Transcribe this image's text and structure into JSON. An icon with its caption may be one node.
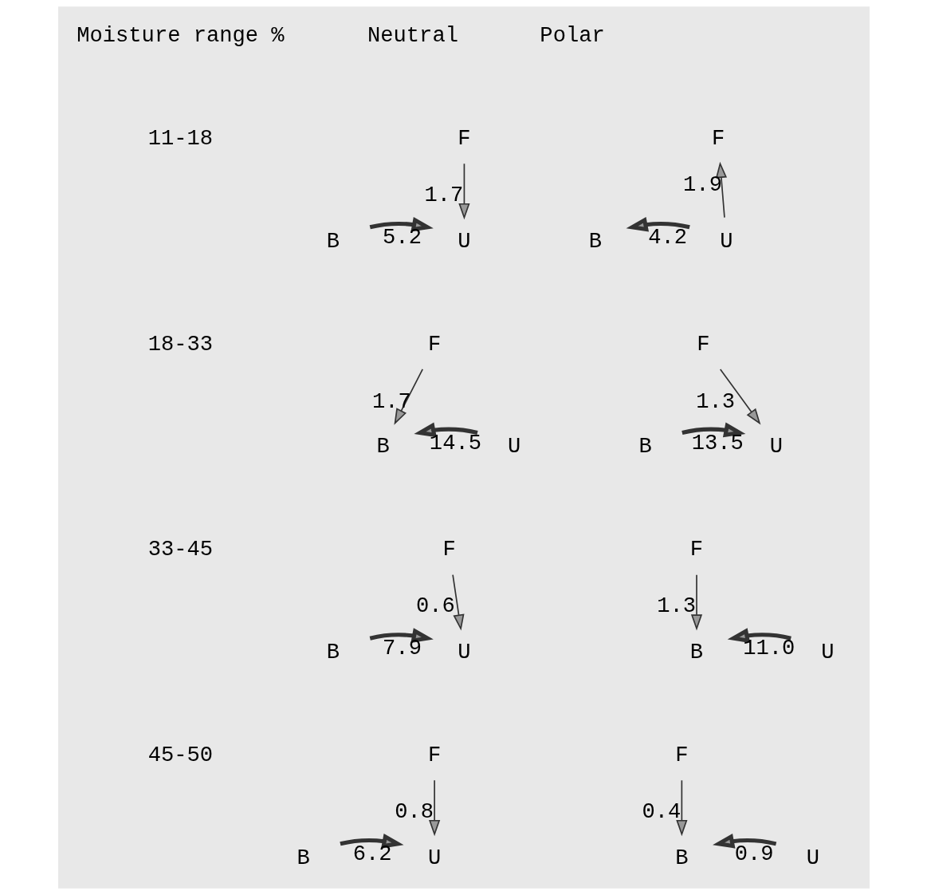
{
  "diagram": {
    "nodes": [
      {
        "text": [
          "F"
        ]
      },
      {
        "text": [
          "B"
        ]
      },
      {
        "text": [
          "U"
        ]
      },
      {
        "text": [
          "F"
        ]
      },
      {
        "text": [
          "B"
        ]
      },
      {
        "text": [
          "U"
        ]
      },
      {
        "text": [
          "F"
        ]
      },
      {
        "text": [
          "B"
        ]
      },
      {
        "text": [
          "U"
        ]
      },
      {
        "text": [
          "F"
        ]
      },
      {
        "text": [
          "B"
        ]
      },
      {
        "text": [
          "U"
        ]
      },
      {
        "text": [
          "F"
        ]
      },
      {
        "text": [
          "B"
        ]
      },
      {
        "text": [
          "U"
        ]
      },
      {
        "text": [
          "F"
        ]
      },
      {
        "text": [
          "B"
        ]
      },
      {
        "text": [
          "U"
        ]
      },
      {
        "text": [
          "F"
        ]
      },
      {
        "text": [
          "B"
        ]
      },
      {
        "text": [
          "U"
        ]
      },
      {
        "text": [
          "F"
        ]
      },
      {
        "text": [
          "B"
        ]
      },
      {
        "text": [
          "U"
        ]
      }
    ],
    "edges": [
      {
        "from": 0,
        "to": 2,
        "arrow": "to",
        "label": "1.7"
      },
      {
        "from": 1,
        "to": 2,
        "arrow": "to",
        "label": "5.2",
        "style": "thick"
      },
      {
        "from": 5,
        "to": 3,
        "arrow": "to",
        "label": "1.9"
      },
      {
        "from": 5,
        "to": 4,
        "arrow": "to",
        "label": "4.2",
        "style": "thick"
      },
      {
        "from": 6,
        "to": 7,
        "arrow": "to",
        "label": "1.7"
      },
      {
        "from": 8,
        "to": 7,
        "arrow": "to",
        "label": "14.5",
        "style": "thick"
      },
      {
        "from": 9,
        "to": 11,
        "arrow": "to",
        "label": "1.3"
      },
      {
        "from": 10,
        "to": 11,
        "arrow": "to",
        "label": "13.5",
        "style": "thick"
      },
      {
        "from": 12,
        "to": 14,
        "arrow": "to",
        "label": "0.6"
      },
      {
        "from": 13,
        "to": 14,
        "arrow": "to",
        "label": "7.9",
        "style": "thick"
      },
      {
        "from": 15,
        "to": 16,
        "arrow": "to",
        "label": "1.3"
      },
      {
        "from": 17,
        "to": 16,
        "arrow": "to",
        "label": "11.0",
        "style": "thick"
      },
      {
        "from": 18,
        "to": 20,
        "arrow": "to",
        "label": "0.8"
      },
      {
        "from": 19,
        "to": 20,
        "arrow": "to",
        "label": "6.2",
        "style": "thick"
      },
      {
        "from": 21,
        "to": 22,
        "arrow": "to",
        "label": "0.4"
      },
      {
        "from": 23,
        "to": 22,
        "arrow": "to",
        "label": "0.9",
        "style": "thick"
      }
    ],
    "labels": [
      "Moisture range %",
      "Neutral",
      "Polar",
      "11-18",
      "18-33",
      "33-45",
      "45-50"
    ]
  }
}
